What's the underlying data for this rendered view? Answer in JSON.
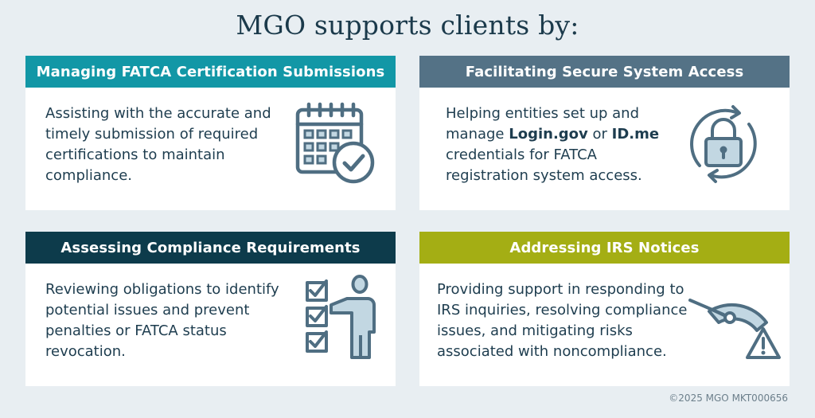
{
  "page": {
    "title": "MGO supports clients by:",
    "footer": "©2025 MGO MKT000656"
  },
  "colors": {
    "background": "#e8eef2",
    "teal": "#1297a6",
    "slate": "#547286",
    "navy": "#0d3b4b",
    "olive": "#a4ae14",
    "icon_stroke": "#4f6e82",
    "icon_fill": "#c2d7e2"
  },
  "cards": [
    {
      "header": "Managing FATCA Certification Submissions",
      "body": "Assisting with the accurate and timely submission of required certifications to maintain compliance.",
      "icon": "calendar-check-icon"
    },
    {
      "header": "Facilitating Secure System Access",
      "body_parts": {
        "before": "Helping entities set up and manage ",
        "bold1": "Login.gov",
        "middle": " or ",
        "bold2": "ID.me",
        "after": " credentials for FATCA registration system access."
      },
      "icon": "lock-refresh-icon"
    },
    {
      "header": "Assessing Compliance Requirements",
      "body": "Reviewing obligations to identify potential issues and prevent penalties or FATCA status revocation.",
      "icon": "checklist-person-icon"
    },
    {
      "header": "Addressing IRS Notices",
      "body": "Providing support in responding to IRS inquiries, resolving compliance issues, and mitigating risks associated with noncompliance.",
      "icon": "gauge-warning-icon"
    }
  ]
}
